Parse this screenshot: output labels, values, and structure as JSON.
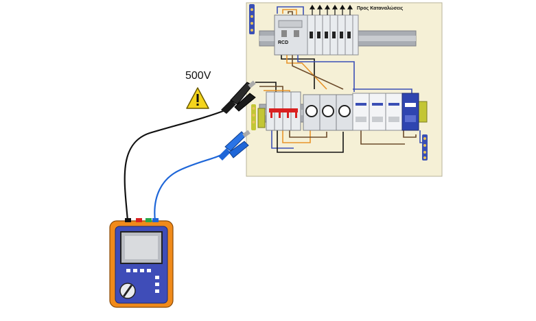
{
  "warning": {
    "voltage": "500V",
    "icon": "warning-triangle-icon"
  },
  "panel": {
    "load_label": "Προς Καταναλώσεις",
    "rcd_label": "RCD"
  },
  "colors": {
    "panel_bg": "#f5f0d6",
    "test_lead_black": "#111111",
    "test_lead_blue": "#1e66d8",
    "meter_body": "#f08a1a",
    "meter_face": "#3f4db8",
    "wire_orange": "#e8942a",
    "wire_blue": "#3a4fb5",
    "wire_brown": "#6b4a2a",
    "breaker_red": "#d92020",
    "din_rail": "#a9adb3"
  }
}
